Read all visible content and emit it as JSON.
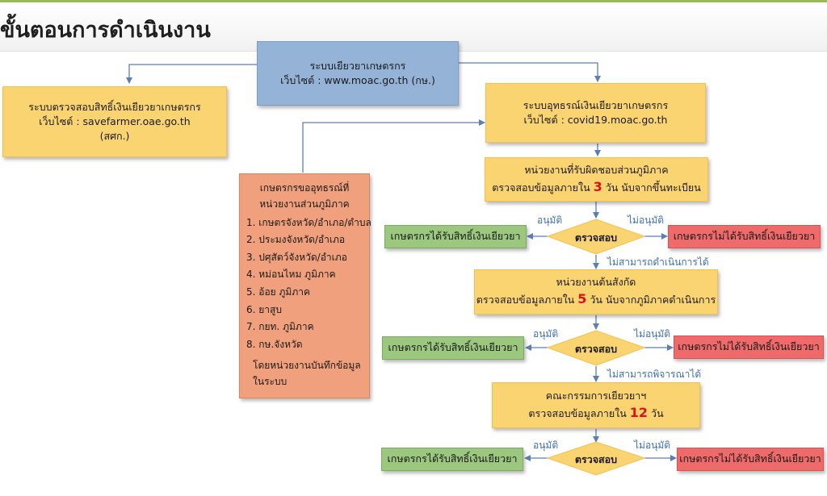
{
  "title": "ขั้นตอนการดำเนินงาน",
  "colors": {
    "blue_box": "#95b3d7",
    "yellow_box": "#fbd472",
    "salmon_box": "#f0a07c",
    "green_box": "#9bc77f",
    "red_box": "#ef6a6a",
    "connector": "#5b7fb5",
    "highlight_number": "#e0101a"
  },
  "top_system": {
    "line1": "ระบบเยียวยาเกษตรกร",
    "line2": "เว็บไซต์ : www.moac.go.th     (กษ.)"
  },
  "check_system": {
    "line1": "ระบบตรวจสอบสิทธิ์เงินเยียวยาเกษตรกร",
    "line2": "เว็บไซต์  : savefarmer.oae.go.th",
    "line3": "(สศก.)"
  },
  "appeal_system": {
    "line1": "ระบบอุทธรณ์เงินเยียวยาเกษตรกร",
    "line2": "เว็บไซต์  : covid19.moac.go.th"
  },
  "appeal_list": {
    "heading1": "เกษตรกรขออุทธรณ์ที่",
    "heading2": "หน่วยงานส่วนภูมิภาค",
    "items": [
      "1.  เกษตรจังหวัด/อำเภอ/ตำบล",
      "2. ประมงจังหวัด/อำเภอ",
      "3. ปศุสัตว์จังหวัด/อำเภอ",
      "4. หม่อนไหม ภูมิภาค",
      "5. อ้อย ภูมิภาค",
      "6. ยาสูบ",
      "7. กยท. ภูมิภาค",
      "8. กษ.จังหวัด"
    ],
    "note1": "โดยหน่วยงานบันทึกข้อมูล",
    "note2": "ในระบบ"
  },
  "steps": [
    {
      "line1": "หน่วยงานที่รับผิดชอบส่วนภูมิภาค",
      "line2_pre": "ตรวจสอบข้อมูลภายใน",
      "days": "3",
      "line2_post": "วัน นับจากขึ้นทะเบียน",
      "check_label": "ตรวจสอบ",
      "approved_label": "อนุมัติ",
      "rejected_label": "ไม่อนุมัติ",
      "approved_result": "เกษตรกรได้รับสิทธิ์เงินเยียวยา",
      "rejected_result": "เกษตรกรไม่ได้รับสิทธิ์เงินเยียวยา",
      "next_label": "ไม่สามารถดำเนินการได้"
    },
    {
      "line1": "หน่วยงานต้นสังกัด",
      "line2_pre": "ตรวจสอบข้อมูลภายใน",
      "days": "5",
      "line2_post": "วัน นับจากภูมิภาคดำเนินการ",
      "check_label": "ตรวจสอบ",
      "approved_label": "อนุมัติ",
      "rejected_label": "ไม่อนุมัติ",
      "approved_result": "เกษตรกรได้รับสิทธิ์เงินเยียวยา",
      "rejected_result": "เกษตรกรไม่ได้รับสิทธิ์เงินเยียวยา",
      "next_label": "ไม่สามารถพิจารณาได้"
    },
    {
      "line1": "คณะกรรมการเยียวยาฯ",
      "line2_pre": "ตรวจสอบข้อมูลภายใน",
      "days": "12",
      "line2_post": "วัน",
      "check_label": "ตรวจสอบ",
      "approved_label": "อนุมัติ",
      "rejected_label": "ไม่อนุมัติ",
      "approved_result": "เกษตรกรได้รับสิทธิ์เงินเยียวยา",
      "rejected_result": "เกษตรกรไม่ได้รับสิทธิ์เงินเยียวยา"
    }
  ]
}
